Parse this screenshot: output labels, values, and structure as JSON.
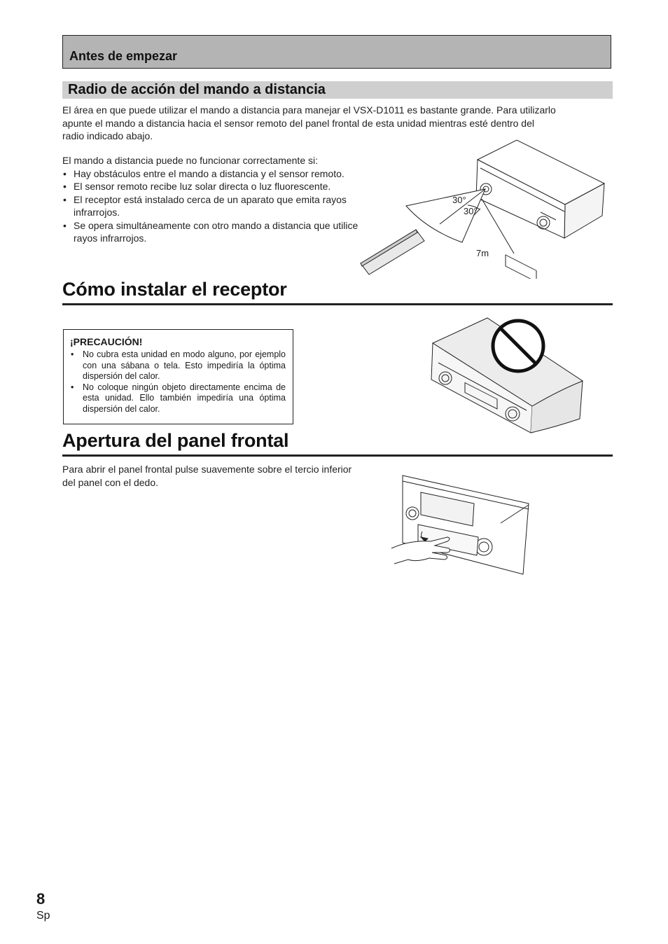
{
  "header": {
    "section_title": "Antes de empezar"
  },
  "remote_range": {
    "title": "Radio de acción del mando a distancia",
    "intro": "El área en que puede utilizar el mando a distancia para manejar el VSX-D1011 es bastante grande. Para utilizarlo apunte el mando a distancia hacia el sensor remoto del panel frontal de esta unidad mientras esté dentro del radio indicado abajo.",
    "intro_lines": [
      "El área en que puede utilizar el mando a distancia para manejar el VSX-D1011 es bastante grande. Para utilizarlo",
      "apunte el mando a distancia hacia el sensor remoto del panel frontal de esta unidad mientras esté dentro del",
      "radio indicado abajo."
    ],
    "lead": "El mando a distancia puede no funcionar correctamente si:",
    "bullets": [
      "Hay obstáculos entre el mando a distancia y el sensor remoto.",
      "El sensor remoto recibe luz solar directa o luz fluorescente.",
      "El receptor está instalado cerca de un aparato que emita rayos infrarrojos.",
      "Se opera simultáneamente con otro mando a distancia que utilice rayos infrarrojos."
    ],
    "diagram": {
      "angle_top": "30°",
      "angle_bottom": "30°",
      "distance": "7m"
    }
  },
  "install": {
    "title": "Cómo instalar el receptor",
    "caution_title": "¡PRECAUCIÓN!",
    "caution_items": [
      "No cubra esta unidad en modo alguno, por ejemplo con una sábana o tela. Esto impediría la óptima dispersión del calor.",
      "No coloque ningún objeto directamente encima de esta unidad. Ello también impediría una óptima dispersión del calor."
    ]
  },
  "front_panel": {
    "title": "Apertura del panel frontal",
    "text": "Para abrir el panel frontal pulse suavemente sobre el tercio inferior del panel con el dedo."
  },
  "footer": {
    "page_number": "8",
    "language": "Sp"
  }
}
